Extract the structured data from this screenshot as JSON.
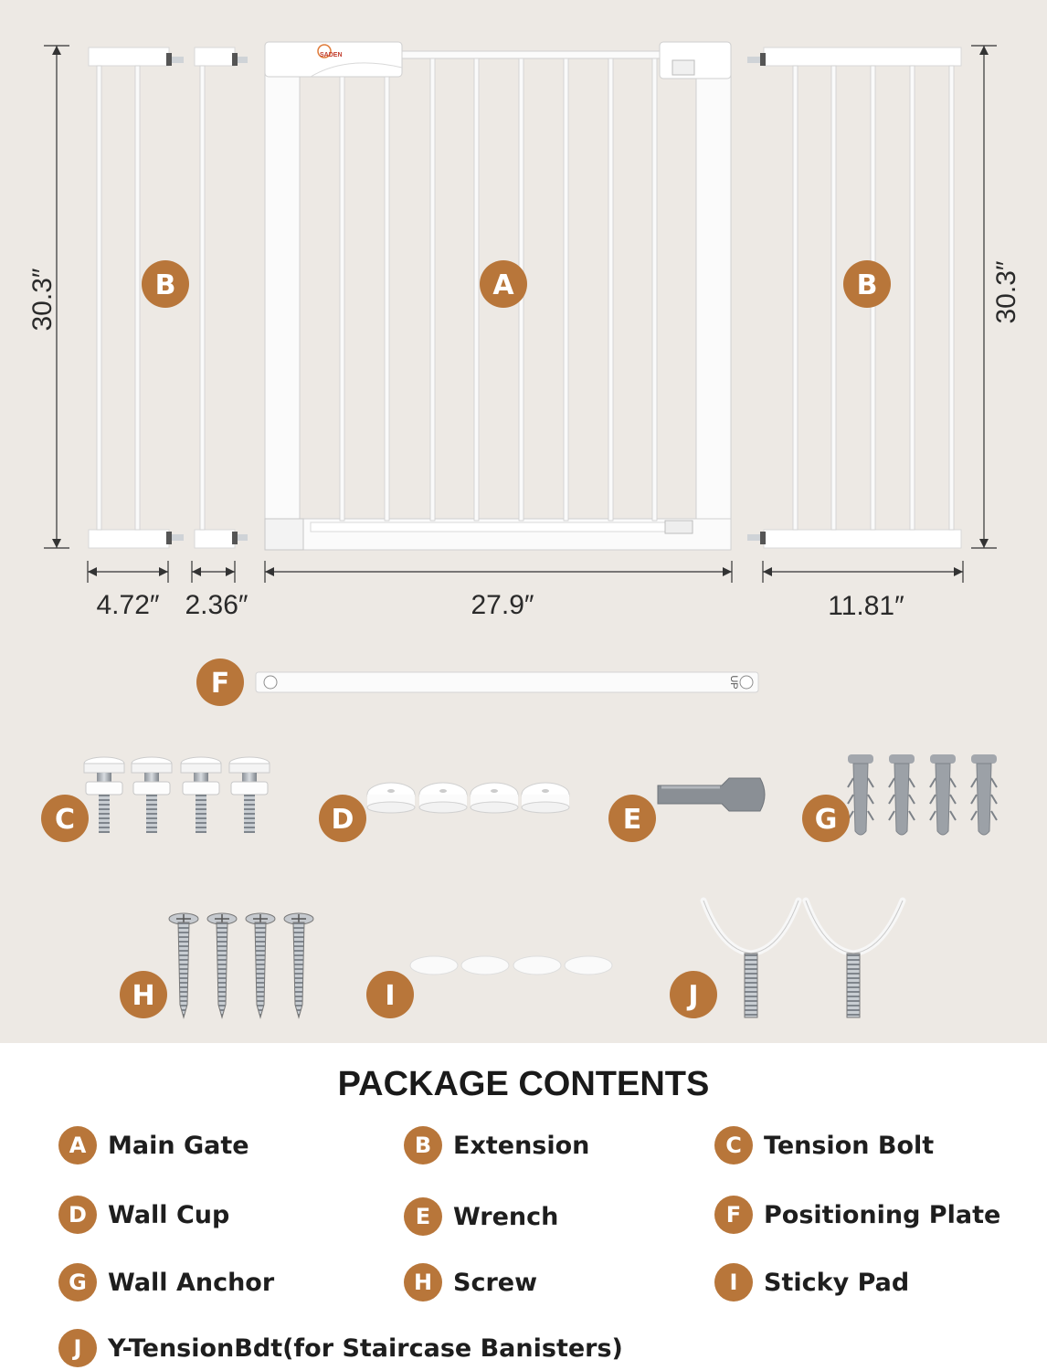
{
  "colors": {
    "badge": "#b8763a",
    "background": "#ede9e4",
    "gate": "#ffffff",
    "text": "#1e1e1e"
  },
  "dimensions": {
    "height_left": "30.3″",
    "height_right": "30.3″",
    "width_ext_small": "4.72″",
    "width_ext_tiny": "2.36″",
    "width_main": "27.9″",
    "width_ext_large": "11.81″"
  },
  "figure": {
    "badges": {
      "a": "A",
      "b": "B",
      "c": "C",
      "d": "D",
      "e": "E",
      "f": "F",
      "g": "G",
      "h": "H",
      "i": "I",
      "j": "J"
    },
    "plate_mark": "UP",
    "logo_text": "SADEN"
  },
  "contents": {
    "title": "PACKAGE CONTENTS",
    "items": [
      {
        "letter": "A",
        "name": "Main Gate"
      },
      {
        "letter": "B",
        "name": "Extension"
      },
      {
        "letter": "C",
        "name": "Tension Bolt"
      },
      {
        "letter": "D",
        "name": "Wall Cup"
      },
      {
        "letter": "E",
        "name": "Wrench"
      },
      {
        "letter": "F",
        "name": "Positioning Plate"
      },
      {
        "letter": "G",
        "name": "Wall Anchor"
      },
      {
        "letter": "H",
        "name": "Screw"
      },
      {
        "letter": "I",
        "name": "Sticky Pad"
      },
      {
        "letter": "J",
        "name": "Y-TensionBdt(for Staircase Banisters)"
      }
    ]
  }
}
